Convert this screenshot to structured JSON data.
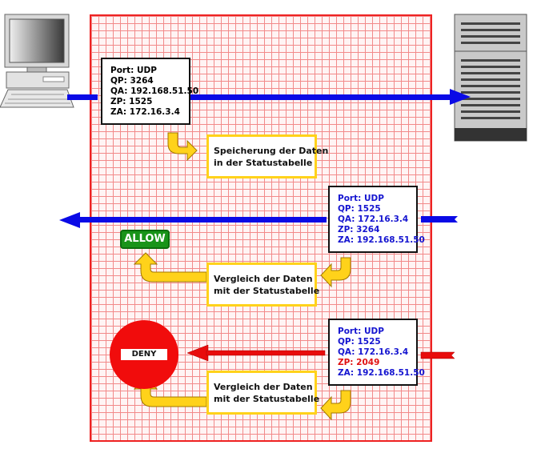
{
  "firewall": {
    "wall_color": "#ee2222"
  },
  "packets": {
    "outgoing": {
      "port": "Port: UDP",
      "qp": "QP: 3264",
      "qa": "QA: 192.168.51.50",
      "zp": "ZP: 1525",
      "za": "ZA: 172.16.3.4"
    },
    "reply_allowed": {
      "port": "Port: UDP",
      "qp": "QP: 1525",
      "qa": "QA: 172.16.3.4",
      "zp": "ZP: 3264",
      "za": "ZA: 192.168.51.50"
    },
    "reply_denied": {
      "port": "Port: UDP",
      "qp": "QP: 1525",
      "qa": "QA: 172.16.3.4",
      "zp": "ZP: 2049",
      "za": "ZA: 192.168.51.50"
    }
  },
  "notes": {
    "store": [
      "Speicherung der Daten",
      "in der Statustabelle"
    ],
    "compare_1": [
      "Vergleich der Daten",
      "mit der Statustabelle"
    ],
    "compare_2": [
      "Vergleich der Daten",
      "mit der Statustabelle"
    ]
  },
  "results": {
    "allow": "ALLOW",
    "deny": "DENY"
  },
  "colors": {
    "blue_arrow": "#0a0ae6",
    "red_arrow": "#e80c0c",
    "yellow_arrow": "#ffd21a",
    "allow": "#199419",
    "deny": "#f10c0c"
  },
  "icons": {
    "client": "desktop-computer-icon",
    "server": "server-tower-icon"
  }
}
